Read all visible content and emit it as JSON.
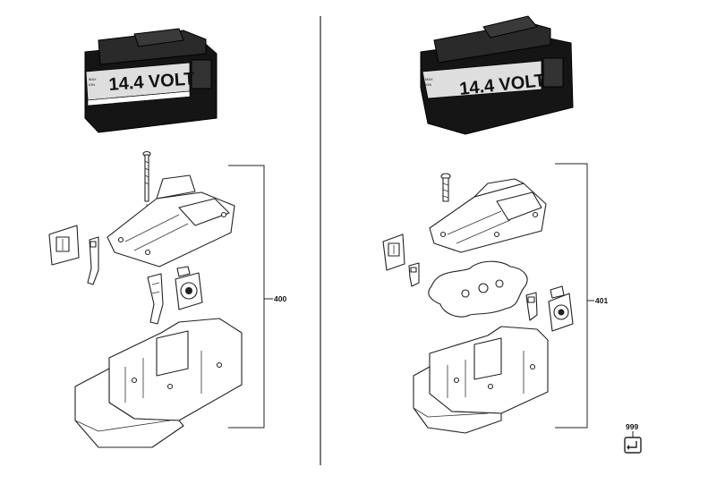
{
  "left_assembly": {
    "battery_label": "14.4 VOLT",
    "part_number": "400"
  },
  "right_assembly": {
    "battery_label": "14.4 VOLT",
    "part_number": "401"
  },
  "reference": {
    "number": "999",
    "icon": "return-arrow-icon"
  }
}
